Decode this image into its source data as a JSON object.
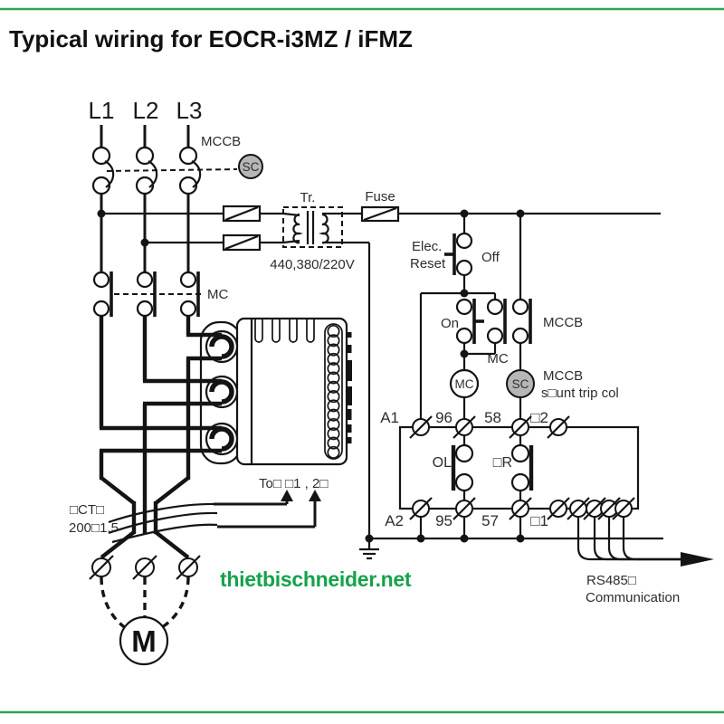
{
  "title": "Typical wiring for EOCR-i3MZ / iFMZ",
  "watermark": "thietbischneider.net",
  "colors": {
    "accent_green": "#14a24b",
    "rule_green": "#2da352",
    "coil_gray": "#b6b6b6",
    "line_black": "#141414"
  },
  "power": {
    "l1": "L1",
    "l2": "L2",
    "l3": "L3",
    "mccb": "MCCB",
    "sc": "SC",
    "mc": "MC"
  },
  "supply": {
    "tr": "Tr.",
    "voltage": "440,380/220V",
    "fuse": "Fuse"
  },
  "control": {
    "elec": "Elec.",
    "reset": "Reset",
    "off": "Off",
    "on": "On",
    "mc_aux": "MC",
    "mccb_contact": "MCCB",
    "mc_coil": "MC",
    "sc_coil": "SC",
    "shunt_line1": "MCCB",
    "shunt_line2": "s□unt trip col"
  },
  "relay": {
    "a1": "A1",
    "t96": "96",
    "t58": "58",
    "t2": "□2",
    "a2": "A2",
    "t95": "95",
    "t57": "57",
    "t1": "□1",
    "ol": "OL",
    "r": "□R"
  },
  "ct": {
    "name": "□CT□",
    "ratio": "200□1.5",
    "note": "To□ □1 , 2□"
  },
  "motor": {
    "m": "M"
  },
  "comm": {
    "rs485": "RS485□",
    "communication": "Communication"
  }
}
